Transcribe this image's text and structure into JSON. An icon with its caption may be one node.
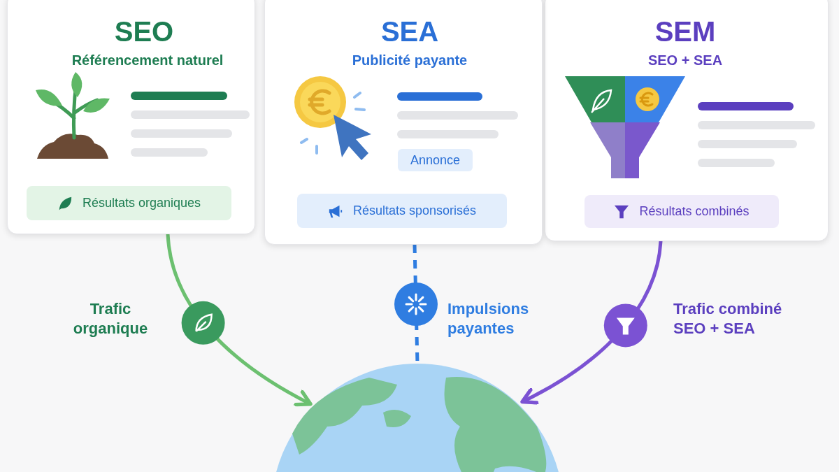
{
  "diagram": {
    "nodes": [
      {
        "text": [
          "SEO",
          "Référencement naturel"
        ]
      },
      {
        "text": [
          "Résultats organiques"
        ],
        "in": 0
      },
      {
        "text": [
          "SEA",
          "Publicité payante"
        ]
      },
      {
        "text": [
          "Annonce"
        ],
        "in": 2
      },
      {
        "text": [
          "Résultats sponsorisés"
        ],
        "in": 2
      },
      {
        "text": [
          "SEM",
          "SEO + SEA"
        ]
      },
      {
        "text": [
          "Résultats combinés"
        ],
        "in": 5
      },
      {
        "text": [],
        "shape": "picture"
      }
    ],
    "edges": [
      {
        "from": 0,
        "to": 7,
        "arrow": "to",
        "label": "Trafic organique",
        "color": "#6cc070"
      },
      {
        "from": 2,
        "to": 7,
        "arrow": "none",
        "label": "Impulsions payantes",
        "style": "dashed",
        "color": "#2f7de1"
      },
      {
        "from": 5,
        "to": 7,
        "arrow": "to",
        "label": "Trafic combiné SEO + SEA",
        "color": "#7b52d3"
      }
    ]
  }
}
